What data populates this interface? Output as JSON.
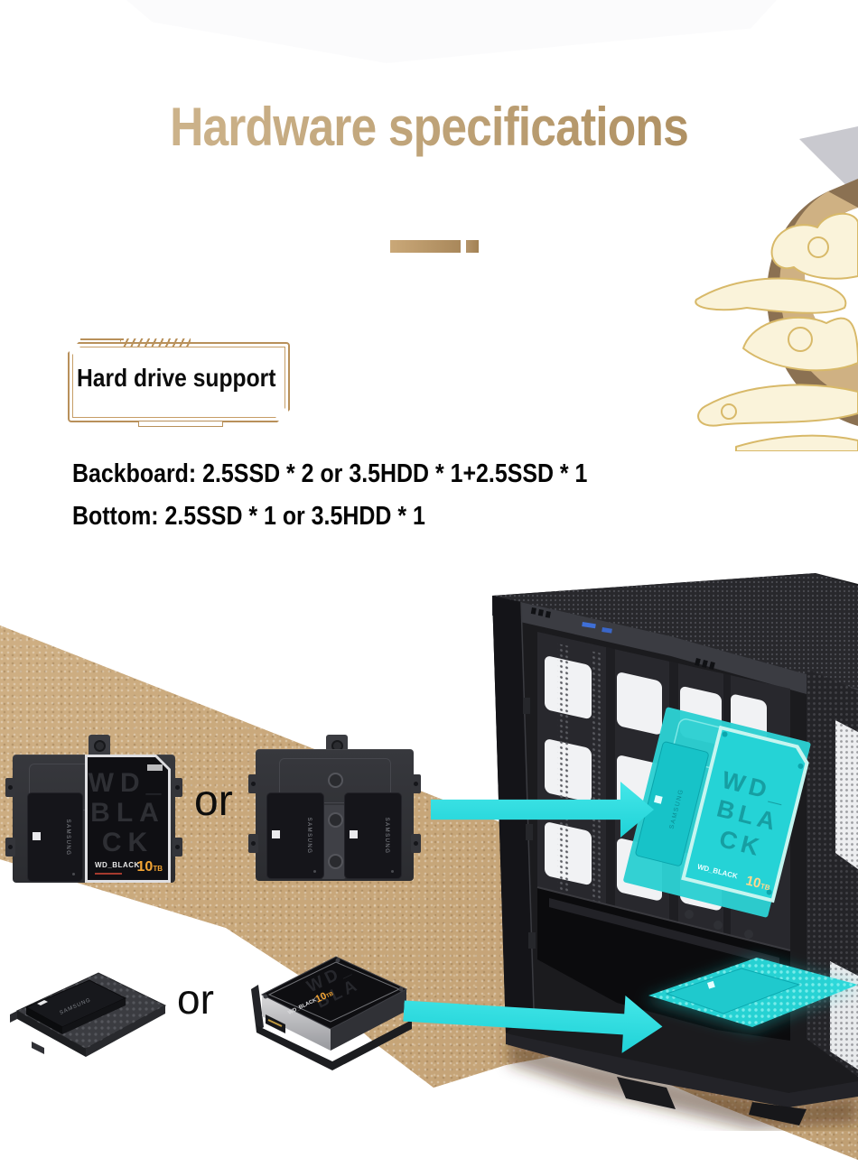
{
  "title": {
    "text": "Hardware specifications"
  },
  "badge": {
    "label": "Hard drive support"
  },
  "specs": {
    "line1": "Backboard: 2.5SSD * 2 or 3.5HDD * 1+2.5SSD * 1",
    "line2": "Bottom: 2.5SSD * 1 or 3.5HDD * 1"
  },
  "or_labels": {
    "row1": "or",
    "row2": "or"
  },
  "drives": {
    "ssd_brand": "SAMSUNG",
    "hdd_ghost_line1": "WD_",
    "hdd_ghost_line2": "BLA",
    "hdd_ghost_line3": "CK",
    "hdd_model": "WD_BLACK",
    "hdd_capacity": "10",
    "hdd_capacity_unit": "TB"
  },
  "colors": {
    "accent_cyan": "#2ADFE2",
    "gold_frame": "#B8905A",
    "band_tan": "#CBAA7E",
    "title_gold_start": "#D2B992",
    "title_gold_end": "#A9895A"
  }
}
